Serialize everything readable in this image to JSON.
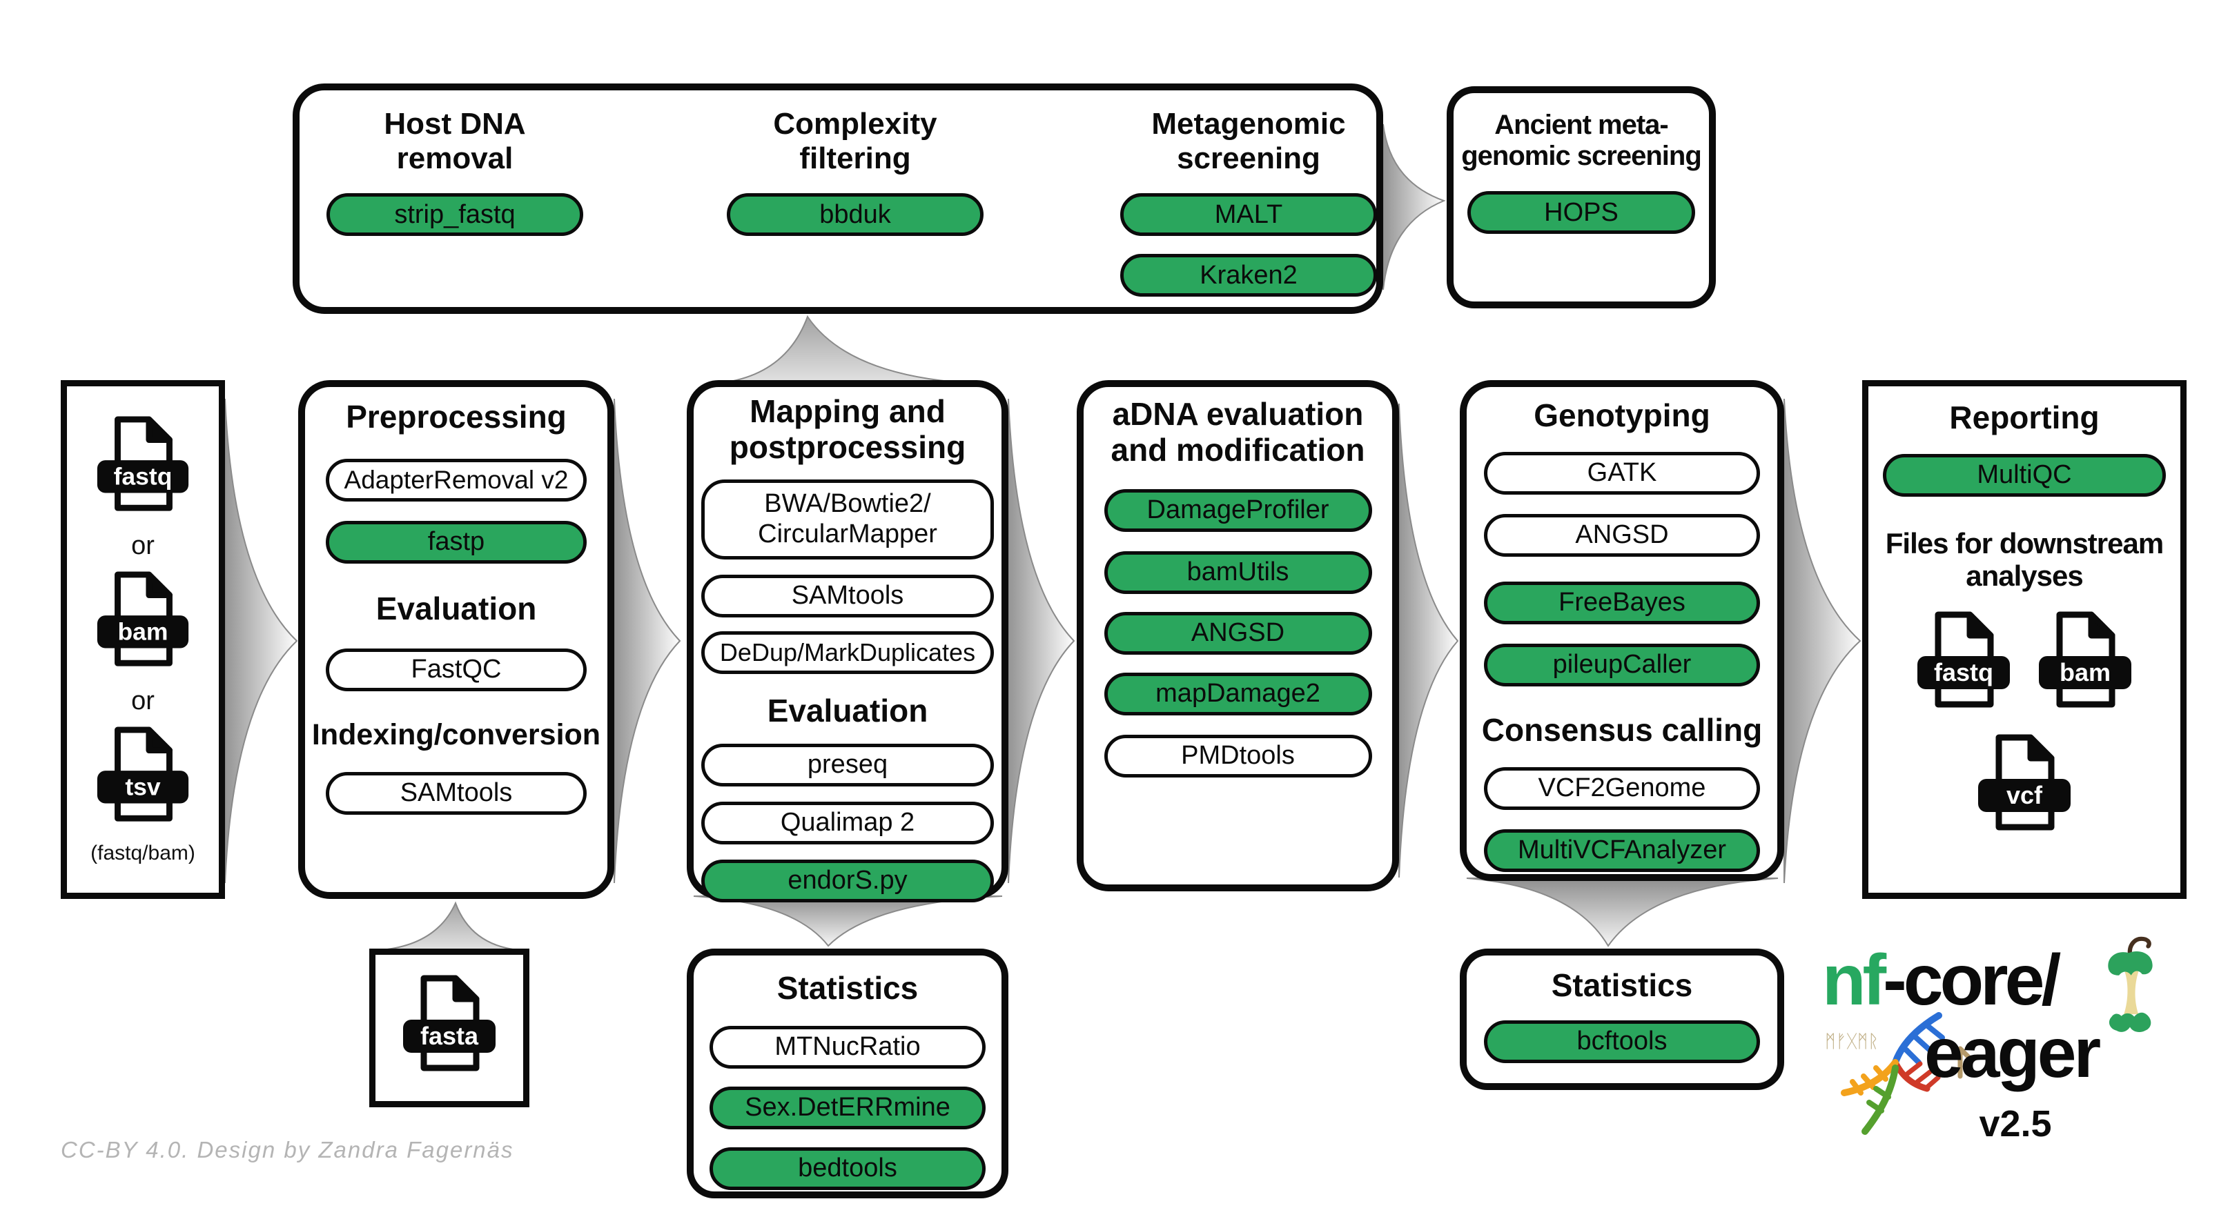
{
  "colors": {
    "green": "#2aa65d",
    "black": "#0b0b0b",
    "arrow_gray": "#9a9a9a"
  },
  "top": {
    "col1": {
      "title": "Host DNA removal",
      "tool": "strip_fastq",
      "green": true
    },
    "col2": {
      "title": "Complexity filtering",
      "tool": "bbduk",
      "green": true
    },
    "col3": {
      "title": "Metagenomic screening",
      "tool1": "MALT",
      "tool2": "Kraken2",
      "green": true
    }
  },
  "ancient": {
    "title": "Ancient meta-genomic screening",
    "tool": "HOPS",
    "green": true
  },
  "input": {
    "file1": "fastq",
    "or1": "or",
    "file2": "bam",
    "or2": "or",
    "file3": "tsv",
    "caption": "(fastq/bam)"
  },
  "preprocessing": {
    "title": "Preprocessing",
    "tool1": "AdapterRemoval v2",
    "tool2": "fastp",
    "heading2": "Evaluation",
    "tool3": "FastQC",
    "heading3": "Indexing/conversion",
    "tool4": "SAMtools",
    "green_tools": [
      "fastp"
    ]
  },
  "mapping": {
    "title": "Mapping and postprocessing",
    "tool1_line1": "BWA/Bowtie2/",
    "tool1_line2": "CircularMapper",
    "tool2": "SAMtools",
    "tool3": "DeDup/MarkDuplicates",
    "heading2": "Evaluation",
    "tool4": "preseq",
    "tool5": "Qualimap 2",
    "tool6": "endorS.py",
    "green_tools": [
      "endorS.py"
    ]
  },
  "adna": {
    "title": "aDNA evaluation and modification",
    "tool1": "DamageProfiler",
    "tool2": "bamUtils",
    "tool3": "ANGSD",
    "tool4": "mapDamage2",
    "tool5": "PMDtools",
    "green_tools": [
      "DamageProfiler",
      "bamUtils",
      "ANGSD",
      "mapDamage2"
    ]
  },
  "genotyping": {
    "title": "Genotyping",
    "tool1": "GATK",
    "tool2": "ANGSD",
    "tool3": "FreeBayes",
    "tool4": "pileupCaller",
    "heading2": "Consensus calling",
    "tool5": "VCF2Genome",
    "tool6": "MultiVCFAnalyzer",
    "green_tools": [
      "FreeBayes",
      "pileupCaller",
      "MultiVCFAnalyzer"
    ]
  },
  "reporting": {
    "title": "Reporting",
    "tool1": "MultiQC",
    "subtitle": "Files for downstream analyses",
    "file1": "fastq",
    "file2": "bam",
    "file3": "vcf",
    "green_tools": [
      "MultiQC"
    ]
  },
  "fasta": {
    "file": "fasta"
  },
  "stats_mapping": {
    "title": "Statistics",
    "tool1": "MTNucRatio",
    "tool2": "Sex.DetERRmine",
    "tool3": "bedtools",
    "green_tools": [
      "Sex.DetERRmine",
      "bedtools"
    ]
  },
  "stats_genotyping": {
    "title": "Statistics",
    "tool1": "bcftools",
    "green_tools": [
      "bcftools"
    ]
  },
  "logo": {
    "nf": "nf",
    "core": "-core/",
    "name": "eager",
    "version": "v2.5",
    "runes": "ᛗᚠᚷᛗᚱ"
  },
  "credit": "CC-BY 4.0. Design by Zandra Fagernäs"
}
